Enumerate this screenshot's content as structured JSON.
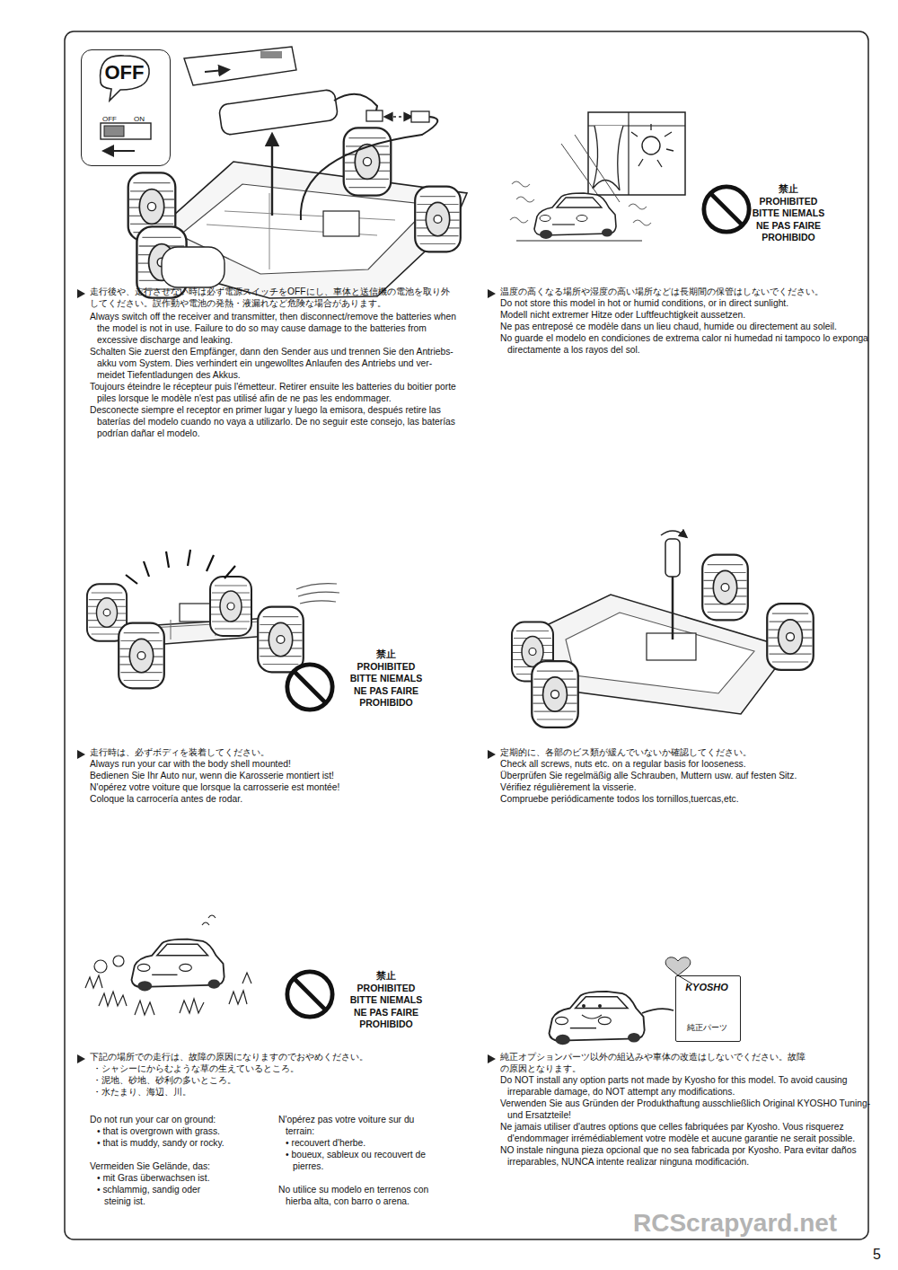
{
  "diagram": {
    "nodes": [
      {
        "text": [
          "OFF",
          "OFF",
          "ON"
        ]
      },
      {
        "text": [
          "KYOSHO",
          "純正パーツ"
        ]
      }
    ],
    "labels": [
      "走行後や、走行させない時は必ず電源スイッチをOFFにし、車体と送信機の電池を取り外してください。誤作動や電池の発熱・液漏れなど危険な場合があります。",
      "Always switch off the receiver and transmitter, then disconnect/remove the batteries when the model is not in use. Failure to do so may cause damage to the batteries from excessive discharge and leaking.",
      "Schalten Sie zuerst den Empfänger, dann den Sender aus und trennen Sie den Antriebs- akku vom System. Dies verhindert ein ungewolltes Anlaufen des Antriebs und ver- meidet Tiefentladungen des Akkus.",
      "Toujours éteindre le récepteur puis l'émetteur. Retirer ensuite les batteries du boitier porte piles lorsque le modèle n'est pas utilisé afin de ne pas les endommager.",
      "Desconecte siempre el receptor en primer lugar y luego la emisora, después retire las baterías del modelo cuando no vaya a utilizarlo. De no seguir este consejo, las baterías podrían dañar el modelo.",
      "温度の高くなる場所や湿度の高い場所などは長期間の保管はしないでください。",
      "Do not store this model in hot or humid conditions, or in direct sunlight.",
      "Modell nicht extremer Hitze oder Luftfeuchtigkeit aussetzen.",
      "Ne pas entreposé ce modèle dans un lieu chaud, humide ou directement au soleil.",
      "No guarde el modelo en condiciones de extrema calor ni humedad ni tampoco lo exponga directamente a los rayos del sol.",
      "禁止",
      "PROHIBITED",
      "BITTE NIEMALS",
      "NE PAS FAIRE",
      "PROHIBIDO",
      "走行時は、必ずボディを装着してください。",
      "Always run your car with the body shell mounted!",
      "Bedienen Sie Ihr Auto nur, wenn die Karosserie montiert ist!",
      "N'opérez votre voiture que lorsque la carrosserie est montée!",
      "Coloque la carrocería antes de rodar.",
      "禁止",
      "PROHIBITED",
      "BITTE NIEMALS",
      "NE PAS FAIRE",
      "PROHIBIDO",
      "定期的に、各部のビス類が緩んでいないか確認してください。",
      "Check all screws, nuts etc. on a regular basis for looseness.",
      "Überprüfen Sie regelmäßig alle Schrauben, Muttern usw. auf festen Sitz.",
      "Vérifiez régulièrement la visserie.",
      "Compruebe periódicamente todos los tornillos,tuercas,etc.",
      "下記の場所での走行は、故障の原因になりますのでおやめください。",
      "・シャシーにからむような草の生えているところ。",
      "・泥地、砂地、砂利の多いところ。",
      "・水たまり、海辺、川。",
      "Do not run your car on ground:",
      "• that is overgrown with grass.",
      "• that is muddy, sandy or rocky.",
      "Vermeiden Sie Gelände, das:",
      "• mit Gras überwachsen ist.",
      "• schlammig, sandig oder steinig ist.",
      "N'opérez pas votre voiture sur du terrain:",
      "• recouvert d'herbe.",
      "• boueux, sableux ou recouvert de pierres.",
      "No utilice su modelo en terrenos con hierba alta, con barro o arena.",
      "禁止",
      "PROHIBITED",
      "BITTE NIEMALS",
      "NE PAS FAIRE",
      "PROHIBIDO",
      "純正オプションパーツ以外の組込みや車体の改造はしないでください。故障の原因となります。",
      "Do NOT install any option parts not made by Kyosho for this model. To avoid causing irreparable damage, do NOT attempt any modifications.",
      "Verwenden Sie aus Gründen der Produkthaftung ausschließlich Original KYOSHO Tuning- und Ersatzteile!",
      "Ne jamais utiliser d'autres options que celles fabriquées par Kyosho. Vous risquerez d'endommager irrémédiablement votre modèle et aucune garantie ne serait possible.",
      "NO instale ninguna pieza opcional que no sea fabricada por Kyosho. Para evitar daños irreparables, NUNCA intente realizar ninguna modificación.",
      "RCScrapyard.net",
      "5"
    ]
  }
}
